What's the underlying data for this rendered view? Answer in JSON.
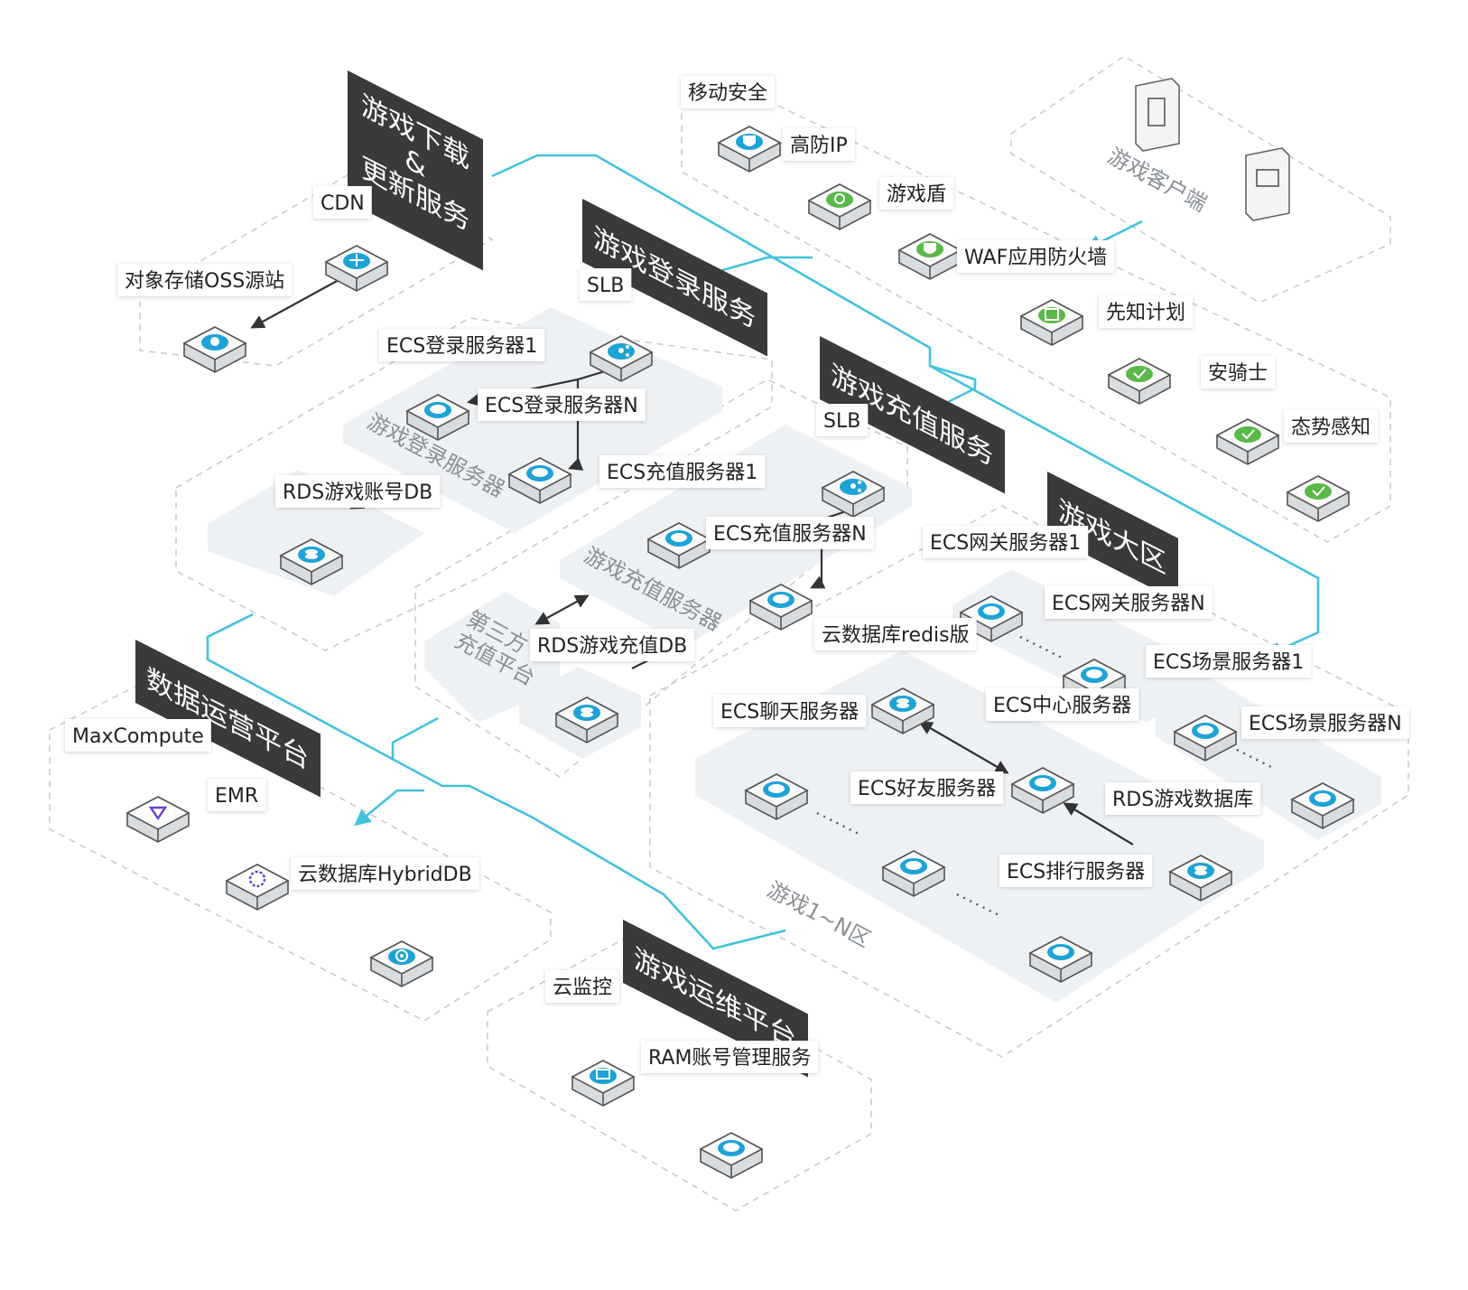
{
  "banners": {
    "download": "游戏下载\n&\n更新服务",
    "login": "游戏登录服务",
    "recharge": "游戏充值服务",
    "hall": "游戏大区",
    "data": "数据运营平台",
    "ops": "游戏运维平台"
  },
  "groups": {
    "client": "游戏客户端",
    "login_servers": "游戏登录服务器",
    "recharge_servers": "游戏充值服务器",
    "third_party": "第三方\n充值平台",
    "zones": "游戏1~N区"
  },
  "nodes": {
    "mobile_security": "移动安全",
    "anti_ddos": "高防IP",
    "game_shield": "游戏盾",
    "waf": "WAF应用防火墙",
    "xianzhi": "先知计划",
    "anqishi": "安骑士",
    "situation": "态势感知",
    "cdn": "CDN",
    "oss": "对象存储OSS源站",
    "slb_login": "SLB",
    "ecs_login_1": "ECS登录服务器1",
    "ecs_login_n": "ECS登录服务器N",
    "rds_account": "RDS游戏账号DB",
    "slb_recharge": "SLB",
    "ecs_recharge_1": "ECS充值服务器1",
    "ecs_recharge_n": "ECS充值服务器N",
    "rds_recharge": "RDS游戏充值DB",
    "ecs_gateway_1": "ECS网关服务器1",
    "ecs_gateway_n": "ECS网关服务器N",
    "ecs_scene_1": "ECS场景服务器1",
    "ecs_scene_n": "ECS场景服务器N",
    "redis": "云数据库redis版",
    "ecs_center": "ECS中心服务器",
    "ecs_chat": "ECS聊天服务器",
    "ecs_friend": "ECS好友服务器",
    "rds_game": "RDS游戏数据库",
    "ecs_rank": "ECS排行服务器",
    "maxcompute": "MaxCompute",
    "emr": "EMR",
    "hybriddb": "云数据库HybridDB",
    "cloud_monitor": "云监控",
    "ram": "RAM账号管理服务"
  },
  "colors": {
    "wire": "#42c2dc",
    "banner": "#3a3a3a",
    "icon_blue": "#1ea3d6",
    "icon_green": "#5bb84a",
    "icon_purple": "#6a3fd0"
  }
}
